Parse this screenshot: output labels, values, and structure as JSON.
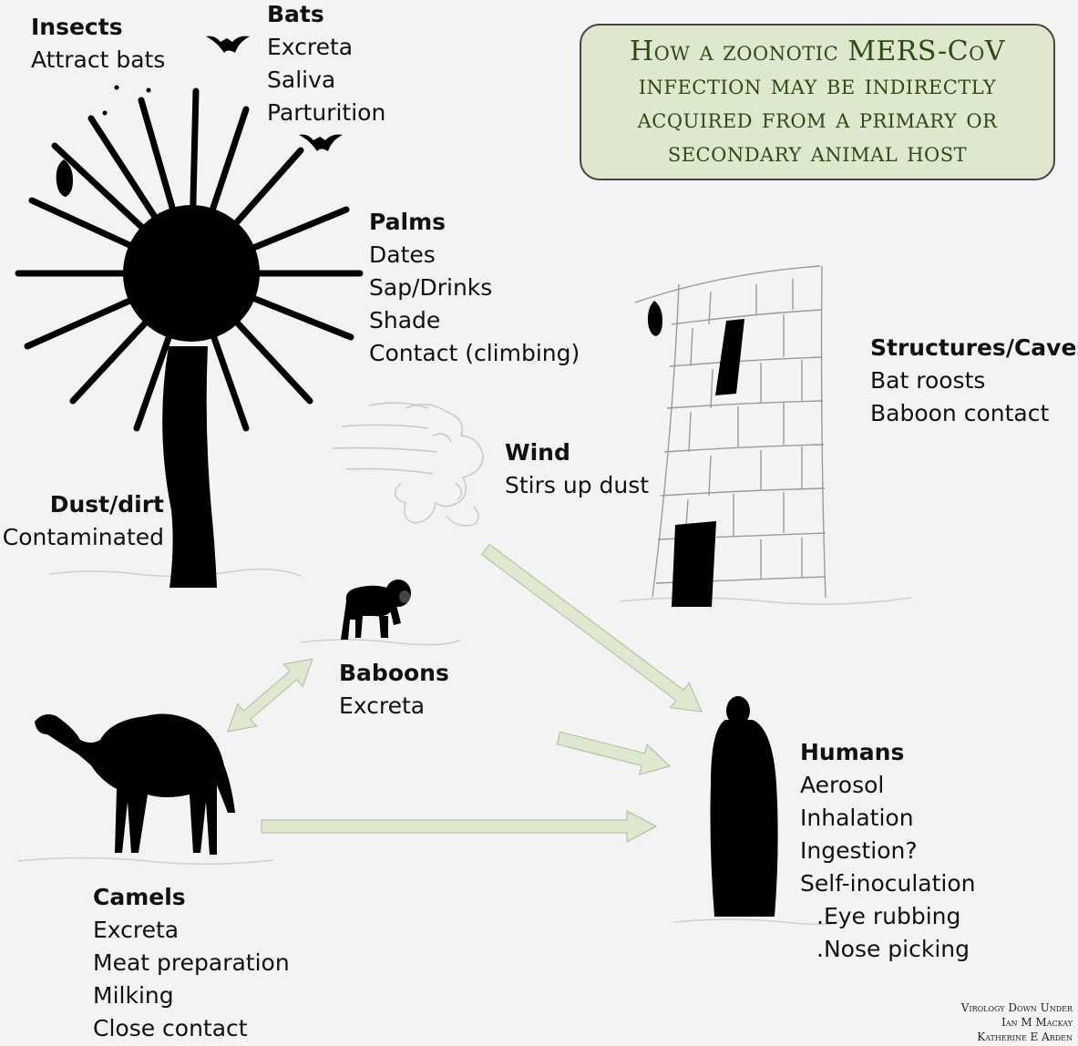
{
  "title": {
    "lines": [
      "How a zoonotic MERS-CoV",
      "infection may be indirectly",
      "acquired from a primary or",
      "secondary animal host"
    ]
  },
  "insects": {
    "heading": "Insects",
    "items": [
      "Attract bats"
    ]
  },
  "bats": {
    "heading": "Bats",
    "items": [
      "Excreta",
      "Saliva",
      "Parturition"
    ]
  },
  "palms": {
    "heading": "Palms",
    "items": [
      "Dates",
      "Sap/Drinks",
      "Shade",
      "Contact (climbing)"
    ]
  },
  "structures": {
    "heading": "Structures/Caves",
    "items": [
      "Bat roosts",
      "Baboon contact"
    ]
  },
  "wind": {
    "heading": "Wind",
    "items": [
      "Stirs up dust"
    ]
  },
  "dust": {
    "heading": "Dust/dirt",
    "items": [
      "Contaminated"
    ]
  },
  "baboons": {
    "heading": "Baboons",
    "items": [
      "Excreta"
    ]
  },
  "camels": {
    "heading": "Camels",
    "items": [
      "Excreta",
      "Meat preparation",
      "Milking",
      "Close contact"
    ]
  },
  "humans": {
    "heading": "Humans",
    "items": [
      "Aerosol",
      "Inhalation",
      "Ingestion?",
      "Self-inoculation",
      ".Eye rubbing",
      ".Nose picking"
    ]
  },
  "credits": [
    "Virology Down Under",
    "Ian M Mackay",
    "Katherine E Arden"
  ],
  "colors": {
    "arrow": "#dde8cf",
    "arrow_stroke": "#aeb99f",
    "title_bg": "#dde8cf",
    "title_text": "#2e4a16",
    "silhouette": "#000000"
  }
}
